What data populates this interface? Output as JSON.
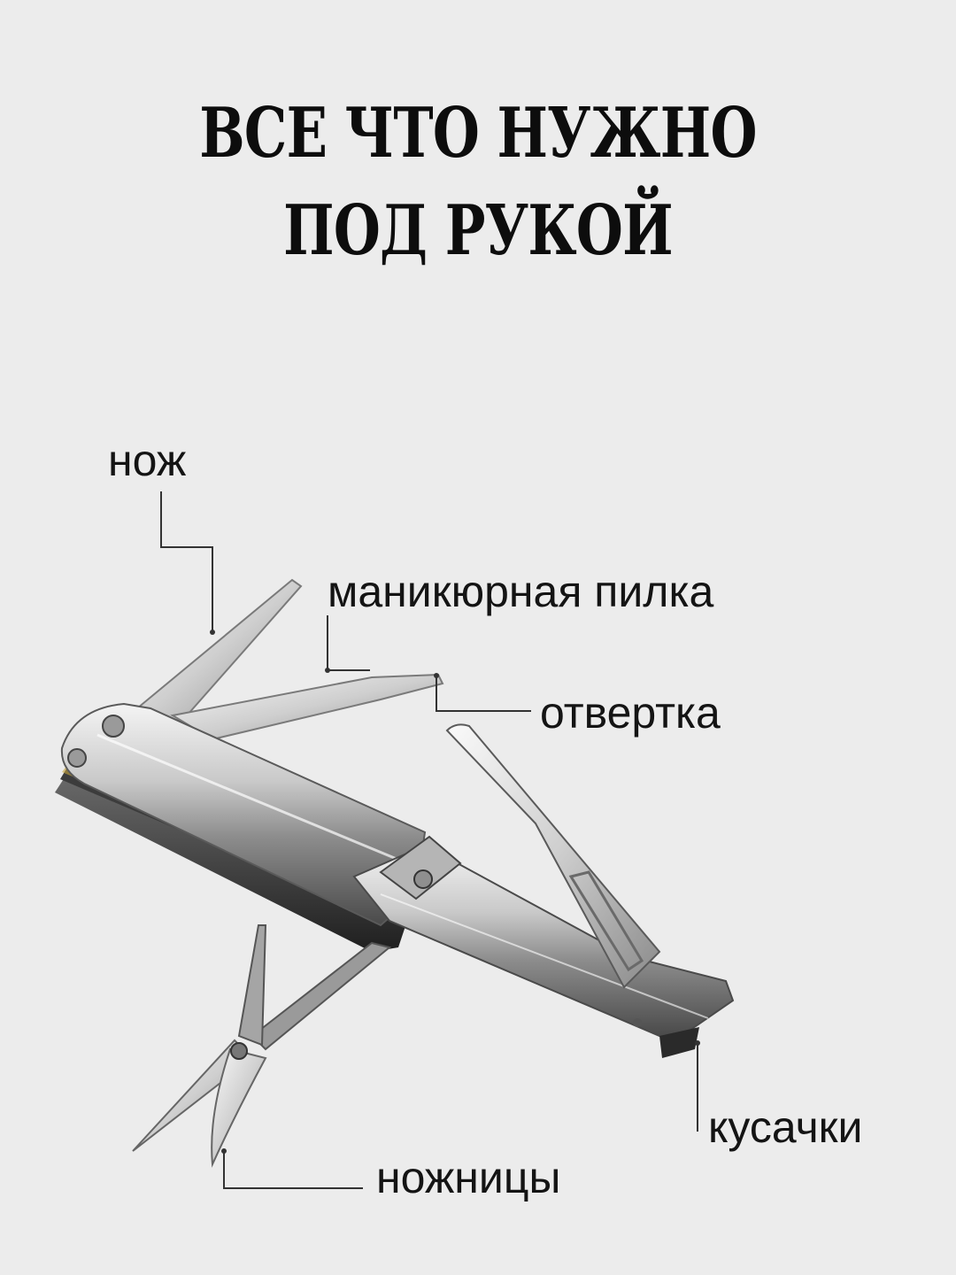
{
  "headline": {
    "line1": "ВСЕ ЧТО НУЖНО",
    "line2": "ПОД РУКОЙ"
  },
  "callouts": {
    "knife": "нож",
    "nail_file": "маникюрная пилка",
    "screwdriver": "отвертка",
    "clippers": "кусачки",
    "scissors": "ножницы"
  },
  "colors": {
    "background": "#ececec",
    "text": "#111111",
    "leader_line": "#333333"
  }
}
